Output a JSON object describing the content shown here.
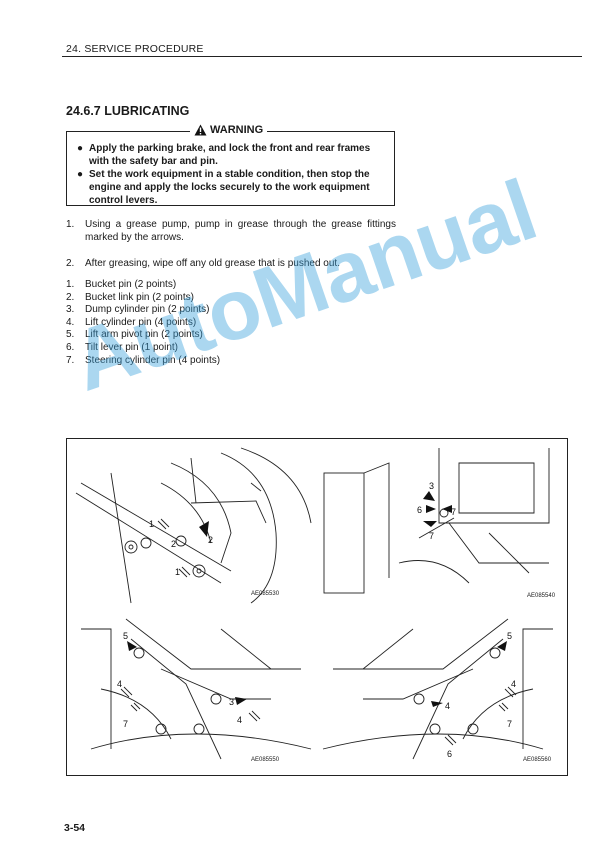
{
  "header": {
    "section_label": "24. SERVICE PROCEDURE"
  },
  "section_title": "24.6.7 LUBRICATING",
  "warning": {
    "title": "WARNING",
    "items": [
      "Apply the parking brake, and lock the front and rear frames with the safety bar and pin.",
      "Set the work equipment in a stable condition, then stop the engine and apply the locks securely to the work equipment control levers."
    ]
  },
  "steps": [
    {
      "num": "1.",
      "text": "Using a grease pump, pump in grease through the grease fittings marked by the arrows."
    },
    {
      "num": "2.",
      "text": "After greasing, wipe off any old grease that is pushed out."
    }
  ],
  "lube_points": [
    {
      "num": "1.",
      "label": "Bucket pin (2 points)"
    },
    {
      "num": "2.",
      "label": "Bucket link pin (2 points)"
    },
    {
      "num": "3.",
      "label": "Dump cylinder pin (2 points)"
    },
    {
      "num": "4.",
      "label": "Lift cylinder pin (4 points)"
    },
    {
      "num": "5.",
      "label": "Lift arm pivot pin (2 points)"
    },
    {
      "num": "6.",
      "label": "Tilt lever pin (1 point)"
    },
    {
      "num": "7.",
      "label": "Steering cylinder pin (4 points)"
    }
  ],
  "figures": [
    {
      "code": "AE085530",
      "callouts": [
        "1",
        "2",
        "2",
        "1"
      ]
    },
    {
      "code": "AE085540",
      "callouts": [
        "3",
        "6",
        "7",
        "7"
      ]
    },
    {
      "code": "AE085550",
      "callouts": [
        "5",
        "4",
        "7",
        "3",
        "4"
      ]
    },
    {
      "code": "AE085560",
      "callouts": [
        "5",
        "4",
        "7",
        "4",
        "6"
      ]
    }
  ],
  "watermark": "AutoManual",
  "page_number": "3-54",
  "icons": {
    "warning": "warning-triangle-icon",
    "bullet": "bullet-dot"
  }
}
